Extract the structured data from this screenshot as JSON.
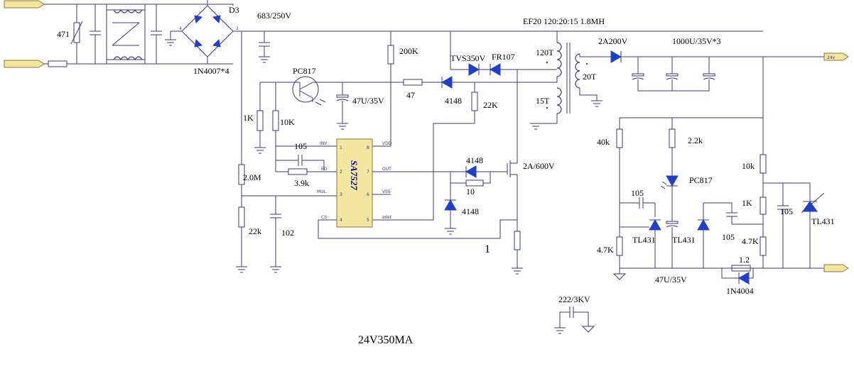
{
  "labels": {
    "fuse": "471",
    "bridge_name": "D3",
    "bridge_part": "1N4007*4",
    "input_cap": "683/250V",
    "transformer": "EF20  120:20:15   1.8MH",
    "primary_turns": "120T",
    "secondary_turns": "20T",
    "aux_turns": "15T",
    "output_diode": "2A200V",
    "output_caps": "1000U/35V*3",
    "output_port": "24v",
    "r_200k": "200K",
    "tvs": "TVS350V",
    "fr107": "FR107",
    "opto_primary": "PC817",
    "cap_47u": "47U/35V",
    "r_47": "47",
    "diode_4148_top": "4148",
    "r_22k_top": "22K",
    "r_1k": "1K",
    "r_10k": "10K",
    "cap_105": "105",
    "r_3_9k": "3.9k",
    "ic_name": "SA7527",
    "pin_inv": "INV",
    "pin_eo": "EO",
    "pin_mul": "MUL",
    "pin_cs": "CS",
    "pin_vdd": "VDD",
    "pin_out": "OUT",
    "pin_vss": "VSS",
    "pin_zcd": "zdet",
    "pin_1": "1",
    "pin_2": "2",
    "pin_3": "3",
    "pin_4": "4",
    "pin_5": "5",
    "pin_6": "6",
    "pin_7": "7",
    "pin_8": "8",
    "diode_4148_mid": "4148",
    "r_10": "10",
    "diode_4148_low": "4148",
    "mosfet": "2A/600V",
    "r_2_0m": "2.0M",
    "r_22k_low": "22k",
    "cap_102": "102",
    "sense_label": "1",
    "r_40k": "40k",
    "r_2_2k": "2.2k",
    "opto_secondary": "PC817",
    "r_10k_sec": "10k",
    "cap_105_sec_a": "105",
    "r_1k_sec": "1K",
    "cap_105_sec_b": "105",
    "tl431_right": "TL431",
    "tl431_left": "TL431",
    "tl431_mid": "TL431",
    "cap_105_sec_c": "105",
    "r_4_7k_left": "4.7K",
    "r_4_7k_right": "4.7K",
    "cap_47u_sec": "47U/35V",
    "r_1_2": "1.2",
    "diode_1n4004": "1N4004",
    "y_cap": "222/3KV",
    "title": "24V350MA"
  },
  "colors": {
    "wire": "#3a3a7a",
    "diode": "#1f3fcc",
    "port_fill": "#f3e7a0",
    "chip_fill": "#f3e7a0",
    "chip_text": "#00008b"
  }
}
